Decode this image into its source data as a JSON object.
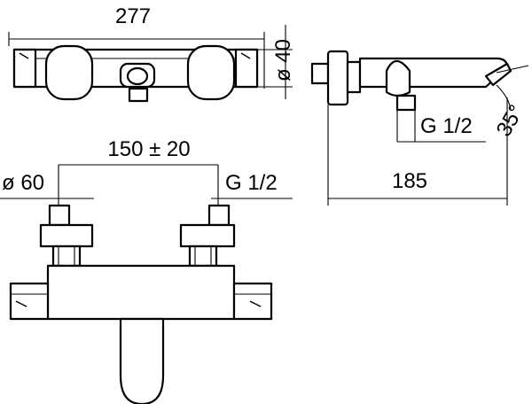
{
  "dimensions": {
    "total_width": "277",
    "height": "ø 40",
    "depth": "185",
    "centers": "150 ± 20",
    "diameter": "ø 60",
    "thread_front": "G 1/2",
    "thread_side": "G 1/2",
    "spout_angle": "35°"
  },
  "colors": {
    "line": "#000000",
    "background": "#ffffff"
  }
}
